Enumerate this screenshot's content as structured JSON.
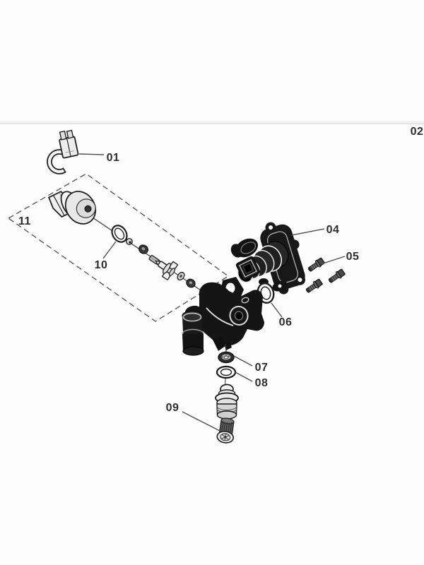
{
  "page": {
    "paper_color": "#fdfdfd",
    "ink_color": "#2d2d2d",
    "rule_color": "#e0e0e0"
  },
  "diagram": {
    "kind": "exploded-parts-diagram",
    "labels": [
      "01",
      "02",
      "04",
      "05",
      "06",
      "07",
      "08",
      "09",
      "10",
      "11"
    ]
  }
}
